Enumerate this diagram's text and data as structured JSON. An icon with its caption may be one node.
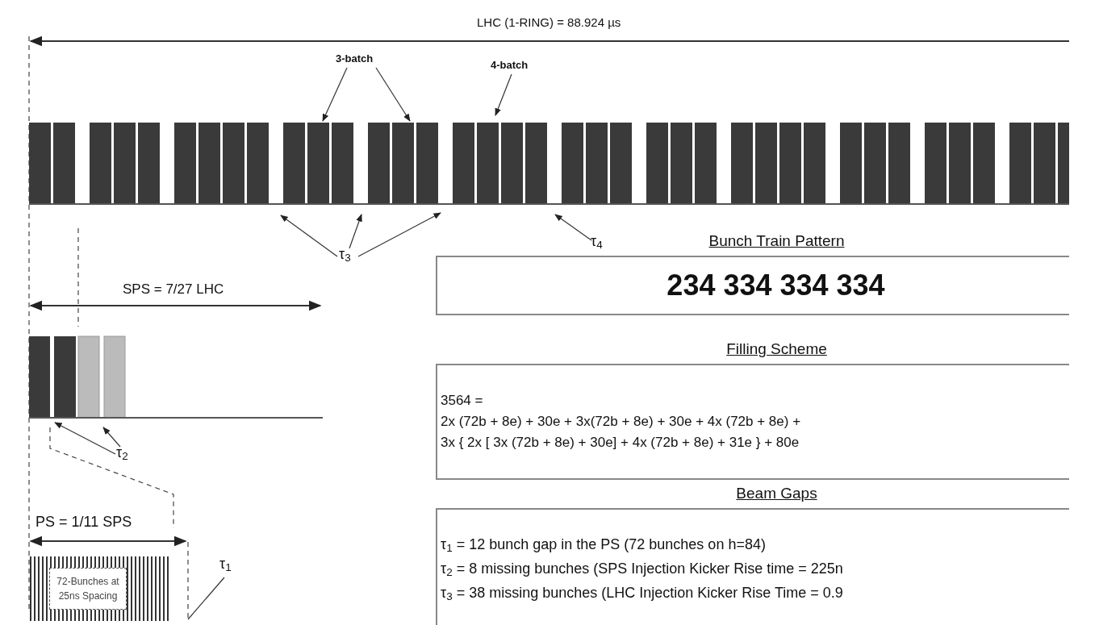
{
  "diagram": {
    "nodes": [
      {
        "text": [
          "3-batch"
        ]
      },
      {
        "text": [
          "4-batch"
        ]
      },
      {
        "text": [
          "τ$_{3}$"
        ]
      },
      {
        "text": [
          "τ$_{4}$"
        ]
      },
      {
        "text": [
          "τ$_{2}$"
        ]
      },
      {
        "text": [
          "τ$_{1}$"
        ]
      },
      {
        "text": [
          "Bunch Train Pattern",
          "234 334 334 334"
        ]
      },
      {
        "text": [
          "Filling Scheme",
          "3564 =",
          "2x (72b + 8e) + 30e + 3x(72b + 8e) + 30e + 4x (72b + 8e) +",
          "3x { 2x [ 3x (72b + 8e) + 30e] + 4x (72b + 8e) + 31e } + 80e"
        ]
      },
      {
        "text": [
          "Beam Gaps",
          "τ$_{1}$ = 12 bunch gap in the PS (72 bunches on h=84)",
          "τ$_{2}$ = 8 missing bunches (SPS Injection Kicker Rise time = 225n",
          "τ$_{3}$ = 38 missing bunches (LHC Injection Kicker Rise Time = 0.9"
        ]
      },
      {
        "text": [
          "72-Bunches at 25ns Spacing"
        ]
      },
      {
        "text": [],
        "shape": "picture"
      },
      {
        "text": [],
        "shape": "picture"
      }
    ],
    "edges": [
      {
        "from": 0,
        "to": 10,
        "arrow": "to"
      },
      {
        "from": 0,
        "to": 10,
        "arrow": "to"
      },
      {
        "from": 1,
        "to": 10,
        "arrow": "to"
      },
      {
        "from": 2,
        "to": 10,
        "arrow": "to"
      },
      {
        "from": 2,
        "to": 10,
        "arrow": "to"
      },
      {
        "from": 2,
        "to": 10,
        "arrow": "to"
      },
      {
        "from": 3,
        "to": 10,
        "arrow": "to"
      },
      {
        "from": 4,
        "to": 11,
        "arrow": "to"
      },
      {
        "from": 4,
        "to": 11,
        "arrow": "to"
      },
      {
        "from": 5,
        "to": null,
        "arrow": "none"
      }
    ],
    "labels": [
      "LHC (1-RING) = 88.924 µs",
      "SPS = 7/27 LHC",
      "PS = 1/11 SPS"
    ]
  }
}
